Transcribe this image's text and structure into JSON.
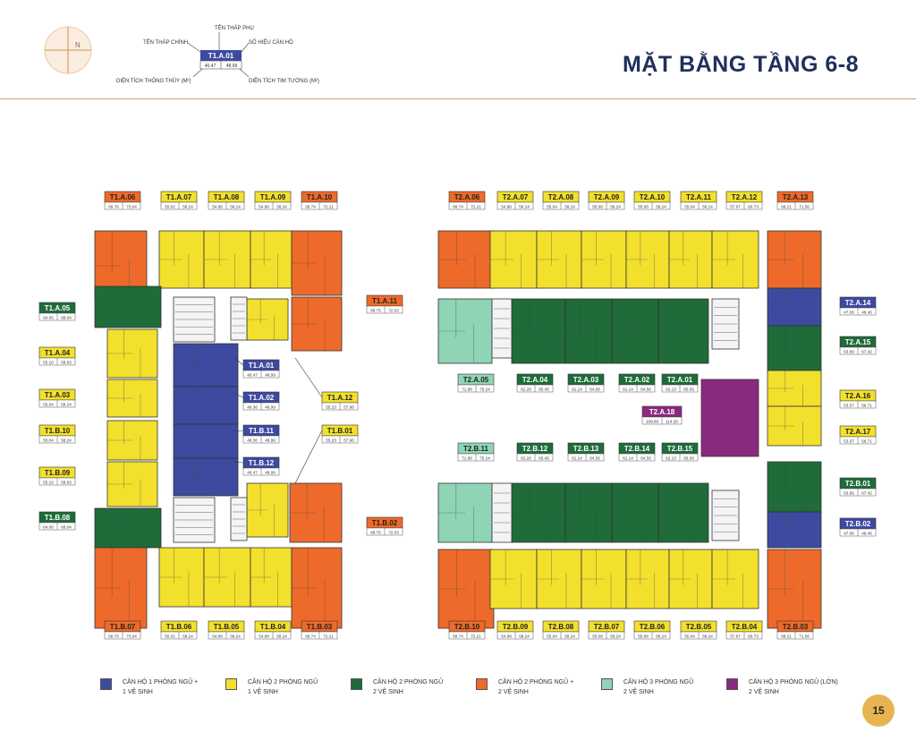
{
  "page": {
    "title": "MẶT BẰNG TẦNG 6-8",
    "page_number": "15"
  },
  "compass": {
    "north": "N"
  },
  "key": {
    "code": "T1.A.01",
    "area_net": "46.47",
    "area_gross": "48.99",
    "sub_tower": "TÊN THÁP PHỤ",
    "main_tower": "TÊN THÁP CHÍNH",
    "unit_number": "SỐ HIỆU CĂN HỘ",
    "net_area_label": "DIỆN TÍCH THÔNG THỦY (M²)",
    "gross_area_label": "DIỆN TÍCH TIM TƯỜNG (M²)"
  },
  "colors": {
    "blue": "#3d4aa0",
    "yellow": "#f2e02d",
    "green": "#1f6b3a",
    "orange": "#ee6a2a",
    "mint": "#8fd4b4",
    "purple": "#8a2a7e"
  },
  "legend": [
    {
      "color": "blue",
      "line1": "CĂN HỘ 1 PHÒNG NGỦ +",
      "line2": "1 VỆ SINH"
    },
    {
      "color": "yellow",
      "line1": "CĂN HỘ 2 PHÒNG NGỦ",
      "line2": "1 VỆ SINH"
    },
    {
      "color": "green",
      "line1": "CĂN HỘ 2 PHÒNG NGỦ",
      "line2": "2 VỆ SINH"
    },
    {
      "color": "orange",
      "line1": "CĂN HỘ 2 PHÒNG NGỦ +",
      "line2": "2 VỆ SINH"
    },
    {
      "color": "mint",
      "line1": "CĂN HỘ 3 PHÒNG NGỦ",
      "line2": "2 VỆ SINH"
    },
    {
      "color": "purple",
      "line1": "CĂN HỘ 3 PHÒNG NGỦ (LỚN)",
      "line2": "2 VỆ SINH"
    }
  ],
  "units": [
    {
      "code": "T1.A.06",
      "a": "69.76",
      "b": "73.04",
      "color": "orange"
    },
    {
      "code": "T1.A.07",
      "a": "55.02",
      "b": "58.24",
      "color": "yellow"
    },
    {
      "code": "T1.A.08",
      "a": "54.86",
      "b": "58.24",
      "color": "yellow"
    },
    {
      "code": "T1.A.09",
      "a": "54.98",
      "b": "58.24",
      "color": "yellow"
    },
    {
      "code": "T1.A.10",
      "a": "68.74",
      "b": "72.21",
      "color": "orange"
    },
    {
      "code": "T1.A.05",
      "a": "64.06",
      "b": "68.04",
      "color": "green"
    },
    {
      "code": "T1.A.11",
      "a": "68.75",
      "b": "72.03",
      "color": "orange"
    },
    {
      "code": "T1.A.04",
      "a": "55.10",
      "b": "58.63",
      "color": "yellow"
    },
    {
      "code": "T1.A.01",
      "a": "46.47",
      "b": "48.99",
      "color": "blue"
    },
    {
      "code": "T1.A.02",
      "a": "46.36",
      "b": "48.99",
      "color": "blue"
    },
    {
      "code": "T1.A.12",
      "a": "55.23",
      "b": "57.96",
      "color": "yellow"
    },
    {
      "code": "T1.A.03",
      "a": "55.04",
      "b": "58.24",
      "color": "yellow"
    },
    {
      "code": "T1.B.11",
      "a": "46.36",
      "b": "48.99",
      "color": "blue"
    },
    {
      "code": "T1.B.01",
      "a": "55.23",
      "b": "57.96",
      "color": "yellow"
    },
    {
      "code": "T1.B.10",
      "a": "55.04",
      "b": "58.24",
      "color": "yellow"
    },
    {
      "code": "T1.B.12",
      "a": "46.47",
      "b": "48.99",
      "color": "blue"
    },
    {
      "code": "T1.B.09",
      "a": "55.10",
      "b": "58.63",
      "color": "yellow"
    },
    {
      "code": "T1.B.08",
      "a": "64.06",
      "b": "68.04",
      "color": "green"
    },
    {
      "code": "T1.B.02",
      "a": "68.75",
      "b": "72.03",
      "color": "orange"
    },
    {
      "code": "T1.B.07",
      "a": "69.76",
      "b": "73.04",
      "color": "orange"
    },
    {
      "code": "T1.B.06",
      "a": "55.02",
      "b": "58.24",
      "color": "yellow"
    },
    {
      "code": "T1.B.05",
      "a": "54.86",
      "b": "58.24",
      "color": "yellow"
    },
    {
      "code": "T1.B.04",
      "a": "54.98",
      "b": "58.24",
      "color": "yellow"
    },
    {
      "code": "T1.B.03",
      "a": "68.74",
      "b": "72.21",
      "color": "orange"
    },
    {
      "code": "T2.A.06",
      "a": "68.74",
      "b": "72.21",
      "color": "orange"
    },
    {
      "code": "T2.A.07",
      "a": "54.98",
      "b": "58.24",
      "color": "yellow"
    },
    {
      "code": "T2.A.08",
      "a": "55.04",
      "b": "58.24",
      "color": "yellow"
    },
    {
      "code": "T2.A.09",
      "a": "55.08",
      "b": "58.24",
      "color": "yellow"
    },
    {
      "code": "T2.A.10",
      "a": "55.08",
      "b": "58.24",
      "color": "yellow"
    },
    {
      "code": "T2.A.11",
      "a": "55.04",
      "b": "58.24",
      "color": "yellow"
    },
    {
      "code": "T2.A.12",
      "a": "57.67",
      "b": "60.73",
      "color": "yellow"
    },
    {
      "code": "T2.A.13",
      "a": "68.21",
      "b": "71.56",
      "color": "orange"
    },
    {
      "code": "T2.A.14",
      "a": "47.06",
      "b": "49.46",
      "color": "blue"
    },
    {
      "code": "T2.A.15",
      "a": "63.99",
      "b": "67.42",
      "color": "green"
    },
    {
      "code": "T2.A.05",
      "a": "71.88",
      "b": "75.24",
      "color": "mint"
    },
    {
      "code": "T2.A.04",
      "a": "62.28",
      "b": "65.45",
      "color": "green"
    },
    {
      "code": "T2.A.03",
      "a": "61.14",
      "b": "64.56",
      "color": "green"
    },
    {
      "code": "T2.A.02",
      "a": "61.14",
      "b": "64.56",
      "color": "green"
    },
    {
      "code": "T2.A.01",
      "a": "62.13",
      "b": "65.09",
      "color": "green"
    },
    {
      "code": "T2.A.16",
      "a": "53.57",
      "b": "56.71",
      "color": "yellow"
    },
    {
      "code": "T2.A.18",
      "a": "109.89",
      "b": "114.26",
      "color": "purple"
    },
    {
      "code": "T2.A.17",
      "a": "53.57",
      "b": "56.71",
      "color": "yellow"
    },
    {
      "code": "T2.B.11",
      "a": "71.88",
      "b": "75.24",
      "color": "mint"
    },
    {
      "code": "T2.B.12",
      "a": "62.28",
      "b": "65.45",
      "color": "green"
    },
    {
      "code": "T2.B.13",
      "a": "61.14",
      "b": "64.56",
      "color": "green"
    },
    {
      "code": "T2.B.14",
      "a": "61.14",
      "b": "64.56",
      "color": "green"
    },
    {
      "code": "T2.B.15",
      "a": "62.13",
      "b": "65.09",
      "color": "green"
    },
    {
      "code": "T2.B.01",
      "a": "63.99",
      "b": "67.42",
      "color": "green"
    },
    {
      "code": "T2.B.02",
      "a": "47.06",
      "b": "49.46",
      "color": "blue"
    },
    {
      "code": "T2.B.10",
      "a": "68.74",
      "b": "72.21",
      "color": "orange"
    },
    {
      "code": "T2.B.09",
      "a": "54.98",
      "b": "58.24",
      "color": "yellow"
    },
    {
      "code": "T2.B.08",
      "a": "55.04",
      "b": "58.24",
      "color": "yellow"
    },
    {
      "code": "T2.B.07",
      "a": "55.08",
      "b": "58.24",
      "color": "yellow"
    },
    {
      "code": "T2.B.06",
      "a": "55.08",
      "b": "58.24",
      "color": "yellow"
    },
    {
      "code": "T2.B.05",
      "a": "55.04",
      "b": "58.24",
      "color": "yellow"
    },
    {
      "code": "T2.B.04",
      "a": "57.67",
      "b": "60.73",
      "color": "yellow"
    },
    {
      "code": "T2.B.03",
      "a": "68.21",
      "b": "71.56",
      "color": "orange"
    }
  ]
}
